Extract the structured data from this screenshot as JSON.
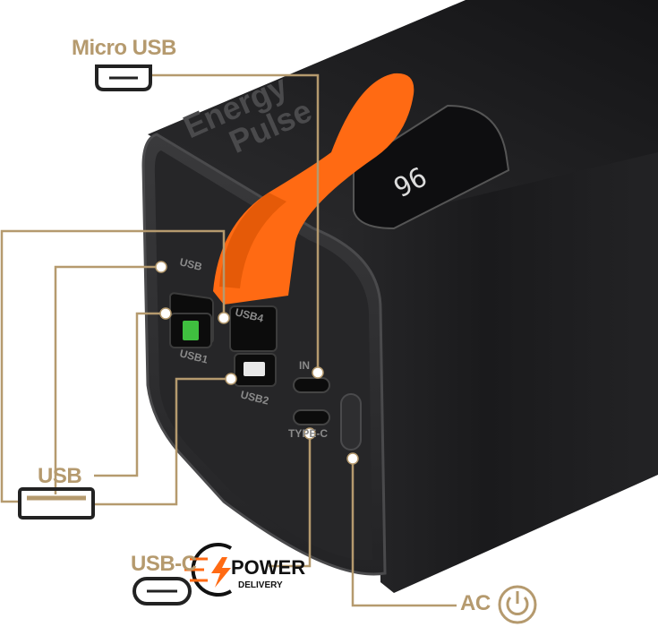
{
  "product": {
    "brand_line1": "Energy",
    "brand_line2": "Pulse",
    "display_reading": "96"
  },
  "port_labels": {
    "usb_a_top": "USB",
    "usb_a_2": "USB4",
    "usb_a_1": "USB1",
    "usb_a_3": "USB2",
    "input": "IN",
    "type_c": "TYPE-C"
  },
  "callouts": {
    "micro_usb": "Micro USB",
    "usb": "USB",
    "usb_c": "USB-C",
    "ac": "AC"
  },
  "badge": {
    "power": "POWER",
    "delivery": "DELIVERY"
  },
  "colors": {
    "annotation": "#b59a6e",
    "device_body": "#1d1d1f",
    "strap": "#ff6a13",
    "background": "#ffffff"
  },
  "icons": [
    "micro-usb-port-icon",
    "usb-a-port-icon",
    "usb-c-port-icon",
    "power-icon",
    "power-delivery-logo"
  ]
}
